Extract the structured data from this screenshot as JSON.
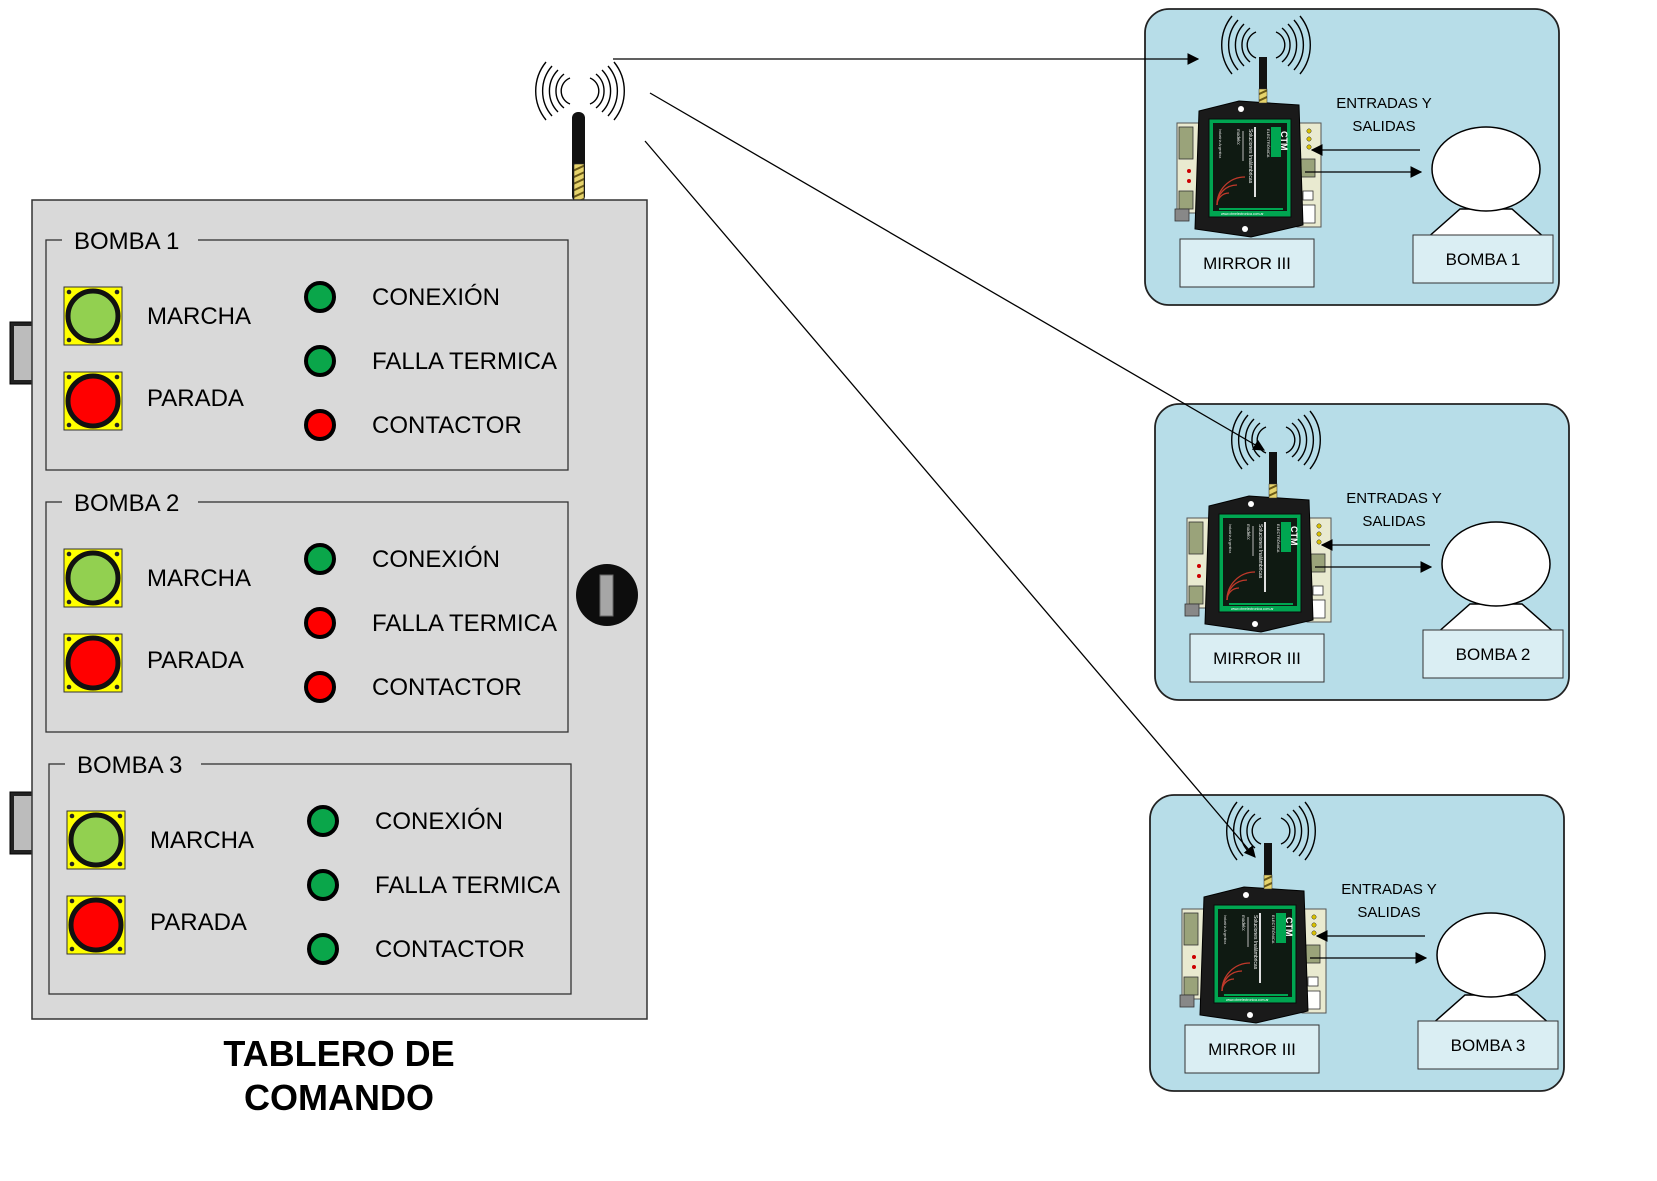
{
  "panel": {
    "title_line1": "TABLERO DE",
    "title_line2": "COMANDO",
    "groups": [
      {
        "label": "BOMBA 1",
        "start_label": "MARCHA",
        "stop_label": "PARADA",
        "indicators": [
          {
            "label": "CONEXIÓN",
            "state": "green"
          },
          {
            "label": "FALLA TERMICA",
            "state": "green"
          },
          {
            "label": "CONTACTOR",
            "state": "red"
          }
        ]
      },
      {
        "label": "BOMBA 2",
        "start_label": "MARCHA",
        "stop_label": "PARADA",
        "indicators": [
          {
            "label": "CONEXIÓN",
            "state": "green"
          },
          {
            "label": "FALLA TERMICA",
            "state": "red"
          },
          {
            "label": "CONTACTOR",
            "state": "red"
          }
        ]
      },
      {
        "label": "BOMBA 3",
        "start_label": "MARCHA",
        "stop_label": "PARADA",
        "indicators": [
          {
            "label": "CONEXIÓN",
            "state": "green"
          },
          {
            "label": "FALLA TERMICA",
            "state": "green"
          },
          {
            "label": "CONTACTOR",
            "state": "green"
          }
        ]
      }
    ]
  },
  "remotes": [
    {
      "io_label_line1": "ENTRADAS Y",
      "io_label_line2": "SALIDAS",
      "device_label": "MIRROR III",
      "pump_label": "BOMBA 1"
    },
    {
      "io_label_line1": "ENTRADAS Y",
      "io_label_line2": "SALIDAS",
      "device_label": "MIRROR III",
      "pump_label": "BOMBA 2"
    },
    {
      "io_label_line1": "ENTRADAS Y",
      "io_label_line2": "SALIDAS",
      "device_label": "MIRROR III",
      "pump_label": "BOMBA 3"
    }
  ],
  "device_face": {
    "brand": "CTM",
    "brand_sub": "ELECTRÓNICA",
    "tagline": "Soluciones Inalámbricas",
    "model": "modelo:",
    "origin": "Industria Argentina",
    "url": "www.ctmelectronica.com.ar"
  },
  "colors": {
    "led_green": "#0aa64a",
    "led_red": "#ff0000",
    "button_green": "#92d050",
    "button_red": "#ff0000",
    "button_frame": "#ffff00",
    "panel_fill": "#d9d9d9",
    "remote_fill": "#b7dde8",
    "device_green": "#00a651"
  },
  "icons": {
    "antenna": "antenna-icon",
    "wifi": "wireless-waves-icon",
    "lock": "door-lock-icon",
    "hinge": "hinge-icon"
  }
}
